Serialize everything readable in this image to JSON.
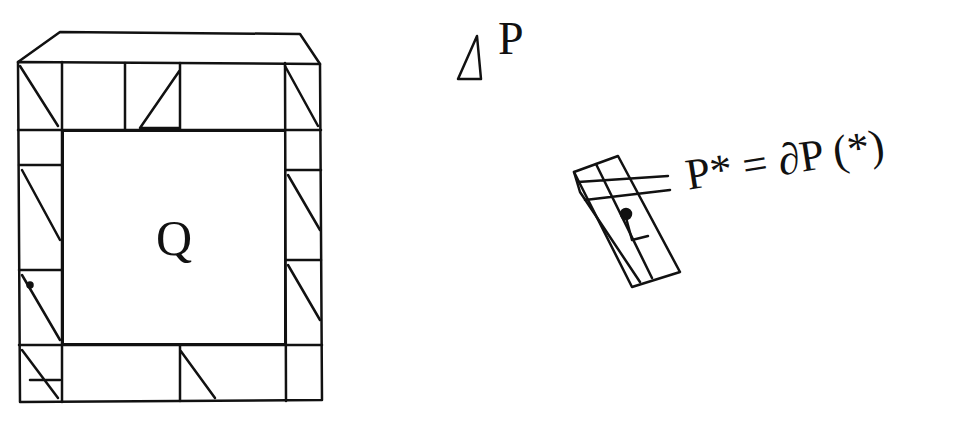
{
  "diagram": {
    "nodes": [
      {
        "text": [
          "Q"
        ]
      }
    ],
    "labels": [
      "P",
      "P* = ∂P (*)"
    ]
  }
}
